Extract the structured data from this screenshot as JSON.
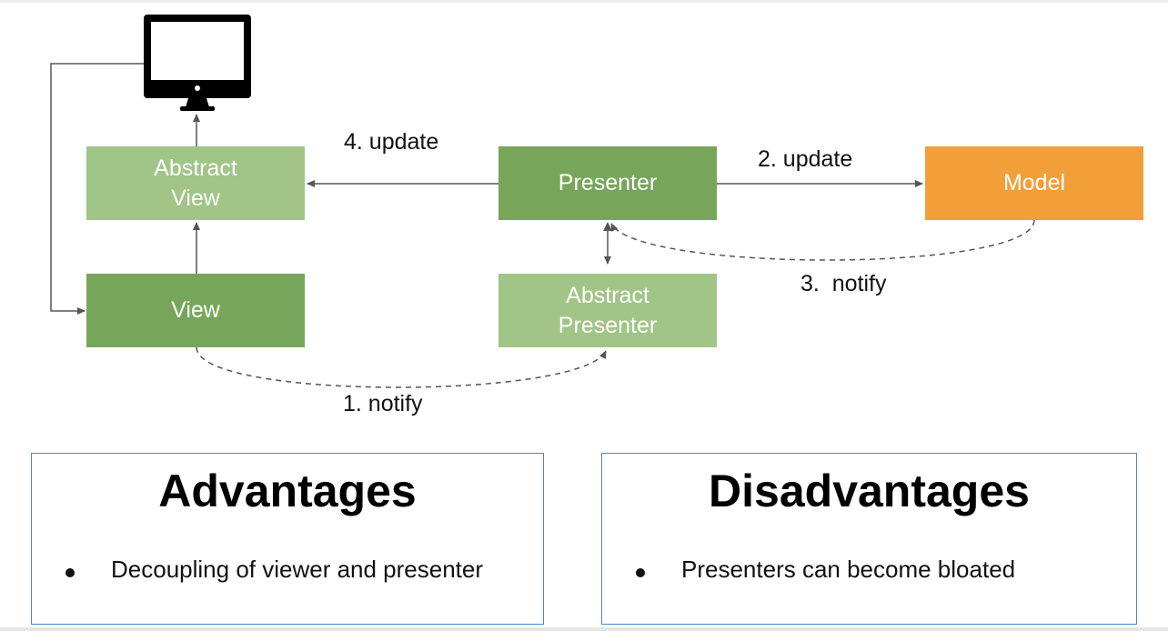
{
  "diagram": {
    "nodes": {
      "abstract_view": "Abstract\nView",
      "view": "View",
      "presenter": "Presenter",
      "abstract_presenter": "Abstract\nPresenter",
      "model": "Model"
    },
    "edges": {
      "notify_view": "1. notify",
      "update_model": "2. update",
      "notify_model": "3.  notify",
      "update_view": "4. update"
    },
    "icons": {
      "monitor": "monitor-icon"
    },
    "colors": {
      "dark_green": "#77a65b",
      "light_green": "#a0c587",
      "orange": "#f19f38",
      "panel_border": "#4f86c6"
    }
  },
  "advantages": {
    "title": "Advantages",
    "items": [
      "Decoupling of viewer and presenter"
    ]
  },
  "disadvantages": {
    "title": "Disadvantages",
    "items": [
      "Presenters can become bloated"
    ]
  }
}
